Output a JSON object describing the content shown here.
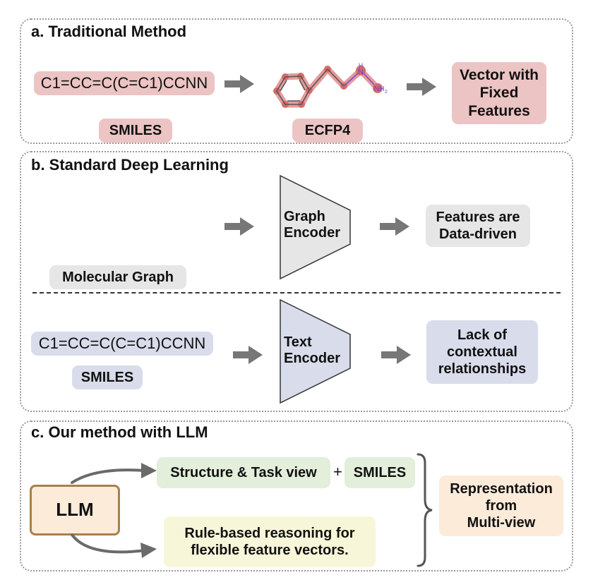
{
  "panel_a": {
    "title": "a. Traditional Method",
    "smiles_string": "C1=CC=C(C=C1)CCNN",
    "smiles_label": "SMILES",
    "ecfp_label": "ECFP4",
    "atom_nh": "N",
    "atom_nh_h": "H",
    "atom_nh2": "NH",
    "atom_nh2_sub": "2",
    "vector_lines": [
      "Vector with",
      "Fixed",
      "Features"
    ]
  },
  "panel_b": {
    "title": "b. Standard Deep Learning",
    "graph_encoder_lines": [
      "Graph",
      "Encoder"
    ],
    "graph_output_lines": [
      "Features are",
      "Data-driven"
    ],
    "molecular_graph_label": "Molecular Graph",
    "smiles_string": "C1=CC=C(C=C1)CCNN",
    "smiles_label": "SMILES",
    "text_encoder_lines": [
      "Text",
      "Encoder"
    ],
    "text_output_lines": [
      "Lack of",
      "contextual",
      "relationships"
    ]
  },
  "panel_c": {
    "title": "c. Our method with LLM",
    "llm_label": "LLM",
    "structure_view": "Structure & Task view",
    "plus": "+",
    "smiles_label": "SMILES",
    "rule_lines": [
      "Rule-based reasoning for",
      "flexible feature vectors."
    ],
    "representation_lines": [
      "Representation",
      "from",
      "Multi-view"
    ]
  },
  "colors": {
    "red_fill": "#ecc4c4",
    "gray_fill": "#e6e6e6",
    "blue_fill": "#d9dcea",
    "green_fill": "#e3eedb",
    "yellow_fill": "#f8f6d8",
    "peach_fill": "#fcebd9",
    "llm_border": "#a8804c",
    "arrow": "#777777"
  }
}
